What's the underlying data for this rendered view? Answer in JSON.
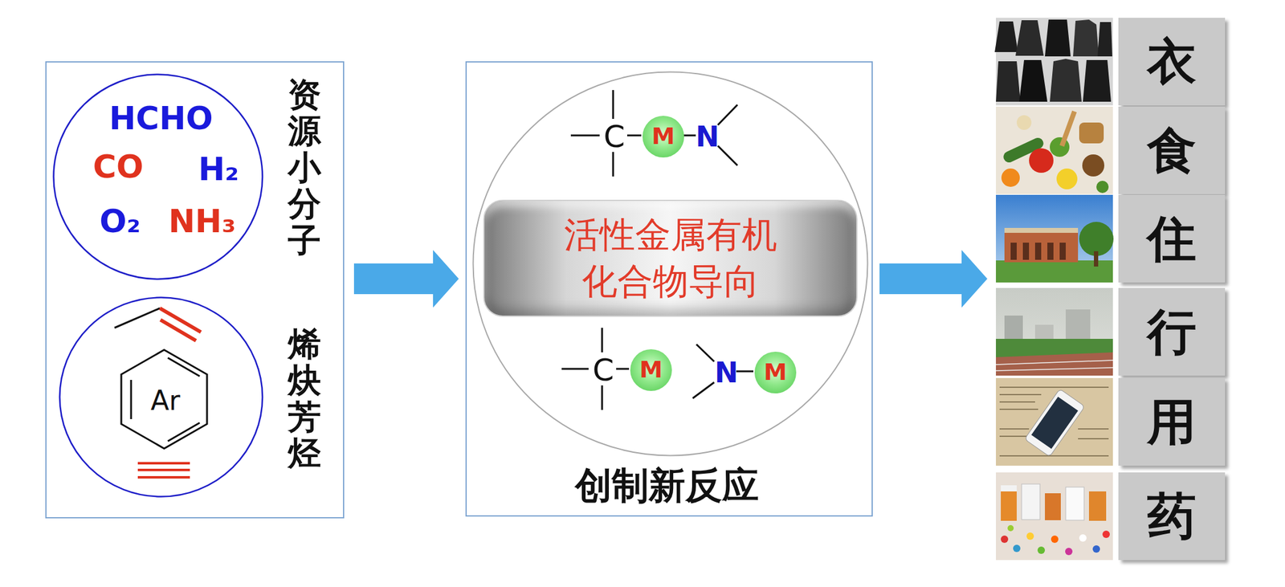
{
  "diagram": {
    "nodes": [
      {
        "text": [
          "资源小分子",
          "烯炔芳烃"
        ]
      },
      {
        "text": [
          "HCHO",
          "CO",
          "H₂",
          "O₂",
          "NH₃"
        ],
        "in": 0
      },
      {
        "text": [
          "Ar"
        ],
        "in": 0
      },
      {
        "text": [
          "创制新反应"
        ]
      },
      {
        "text": [
          "C",
          "N",
          "C",
          "N"
        ],
        "in": 3
      },
      {
        "text": [
          "M"
        ],
        "in": 4
      },
      {
        "text": [
          "活性金属有机 化合物导向"
        ],
        "in": 4
      },
      {
        "text": [
          "M"
        ],
        "in": 4
      },
      {
        "text": [
          "M"
        ],
        "in": 4
      },
      {
        "text": [
          "衣"
        ]
      },
      {
        "text": [
          "食"
        ]
      },
      {
        "text": [
          "住"
        ]
      },
      {
        "text": [
          "行"
        ]
      },
      {
        "text": [
          "用"
        ]
      },
      {
        "text": [
          "药"
        ]
      }
    ],
    "edges": [
      {
        "from": 0,
        "to": 3,
        "arrow": "to"
      }
    ]
  }
}
